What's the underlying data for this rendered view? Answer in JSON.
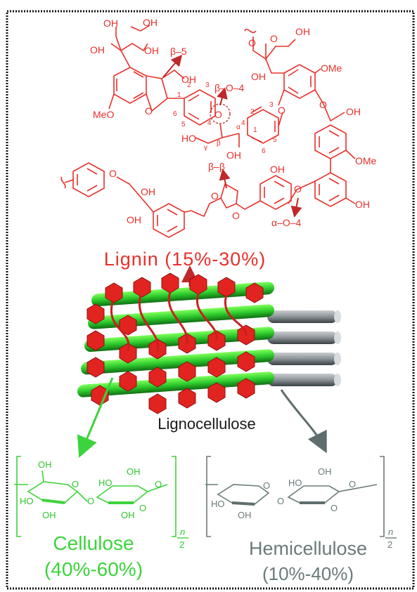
{
  "colors": {
    "lignin": "#e8302b",
    "cellulose": "#3cd43c",
    "hemicellulose": "#6b7a7a",
    "border": "#111111"
  },
  "lignin": {
    "title": "Lignin (15%-30%)",
    "linkages": {
      "b5": "β–5",
      "bo4": "β–O–4",
      "bb": "β–β",
      "ao4": "α–O–4"
    },
    "groups": {
      "oh": "OH",
      "ome": "OMe",
      "meo": "MeO",
      "o": "O",
      "ho": "HO"
    },
    "atom_labels": {
      "alpha": "α",
      "beta": "β",
      "gamma": "γ",
      "n1": "1",
      "n2": "2",
      "n3": "3",
      "n4": "4",
      "n5": "5",
      "n6": "6"
    }
  },
  "center_label": "Lignocellulose",
  "cellulose": {
    "title": "Cellulose",
    "percent": "(40%-60%)",
    "subscript_n": "n",
    "subscript_d": "2"
  },
  "hemicellulose": {
    "title": "Hemicellulose",
    "percent": "(10%-40%)",
    "subscript_n": "n",
    "subscript_d": "2"
  }
}
